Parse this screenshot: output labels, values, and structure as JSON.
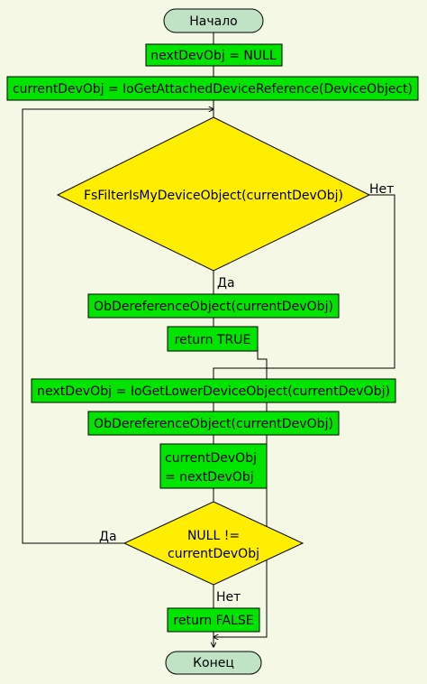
{
  "colors": {
    "background": "#f4f8e4",
    "process_fill": "#00e400",
    "decision_fill": "#ffee00",
    "terminal_fill": "#bfe3c4",
    "line": "#000000"
  },
  "nodes": {
    "start": "Начало",
    "init_next": "nextDevObj = NULL",
    "init_current": "currentDevObj = IoGetAttachedDeviceReference(DeviceObject)",
    "check_mine": "FsFilterIsMyDeviceObject(currentDevObj)",
    "deref_1": "ObDereferenceObject(currentDevObj)",
    "return_true": "return TRUE",
    "get_lower": "nextDevObj = IoGetLowerDeviceObject(currentDevObj)",
    "deref_2": "ObDereferenceObject(currentDevObj)",
    "assign_line1": "currentDevObj",
    "assign_line2": "= nextDevObj",
    "check_null_line1": "NULL !=",
    "check_null_line2": "currentDevObj",
    "return_false": "return FALSE",
    "end": "Конец"
  },
  "edge_labels": {
    "mine_no": "Нет",
    "mine_yes": "Да",
    "null_yes": "Да",
    "null_no": "Нет"
  }
}
